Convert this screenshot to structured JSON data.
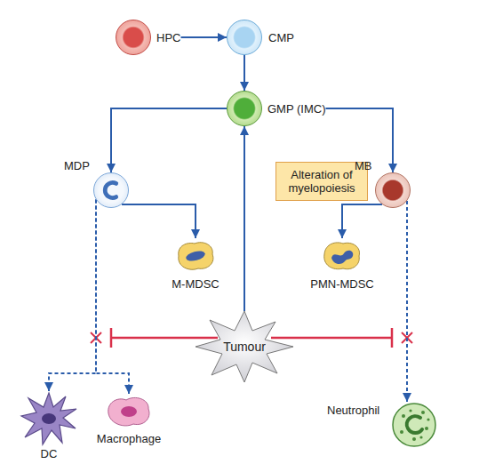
{
  "diagram": {
    "nodes": [
      {
        "text": [
          "HPC"
        ]
      },
      {
        "text": [
          "CMP"
        ]
      },
      {
        "text": [
          "GMP (IMC)"
        ]
      },
      {
        "text": [
          "Alteration of myelopoiesis"
        ]
      },
      {
        "text": [
          "MDP"
        ]
      },
      {
        "text": [
          "MB"
        ]
      },
      {
        "text": [
          "M-MDSC"
        ]
      },
      {
        "text": [
          "PMN-MDSC"
        ]
      },
      {
        "text": [
          "Tumour"
        ]
      },
      {
        "text": [
          "DC"
        ]
      },
      {
        "text": [
          "Macrophage"
        ]
      },
      {
        "text": [
          "Neutrophil"
        ]
      }
    ],
    "edges": [
      {
        "from": 0,
        "to": 1,
        "arrow": "to"
      },
      {
        "from": 1,
        "to": 2,
        "arrow": "to"
      },
      {
        "from": 2,
        "to": 4,
        "arrow": "to"
      },
      {
        "from": 2,
        "to": 5,
        "arrow": "to"
      },
      {
        "from": 4,
        "to": 6,
        "arrow": "to"
      },
      {
        "from": 5,
        "to": 7,
        "arrow": "to"
      },
      {
        "from": 8,
        "to": 2,
        "arrow": "to"
      },
      {
        "from": 4,
        "to": 9,
        "arrow": "to"
      },
      {
        "from": 4,
        "to": 10,
        "arrow": "to"
      },
      {
        "from": 5,
        "to": 11,
        "arrow": "to"
      }
    ]
  }
}
